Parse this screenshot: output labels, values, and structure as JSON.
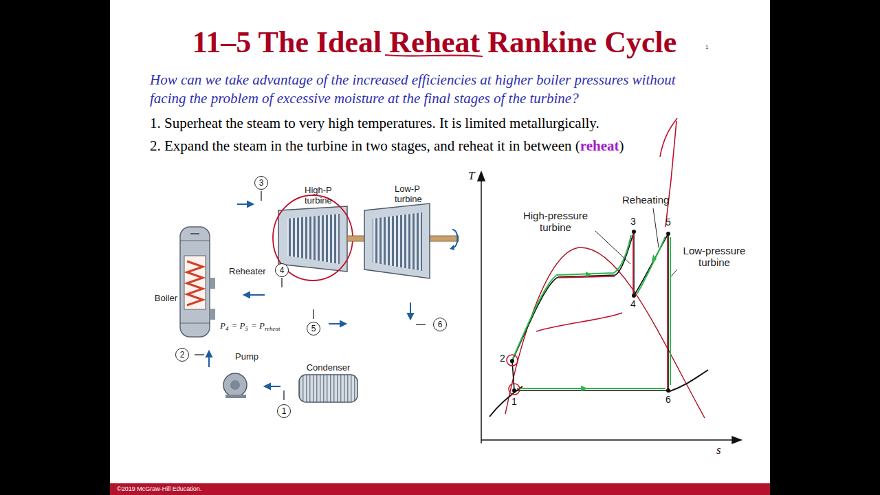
{
  "diagram": {
    "title": "11–5 The Ideal Reheat Rankine Cycle",
    "nodes": [
      {
        "text": [
          "Boiler"
        ]
      },
      {
        "text": [
          "High-P turbine"
        ]
      },
      {
        "text": [
          "Low-P turbine"
        ]
      },
      {
        "text": [
          "Condenser"
        ]
      },
      {
        "text": [
          "Pump"
        ]
      }
    ],
    "edges": [
      {
        "from": 0,
        "to": 1,
        "arrow": "none"
      },
      {
        "from": 1,
        "to": 0,
        "arrow": "none"
      },
      {
        "from": 0,
        "to": 2,
        "arrow": "none"
      },
      {
        "from": 2,
        "to": 3,
        "arrow": "none"
      },
      {
        "from": 3,
        "to": 4,
        "arrow": "none"
      },
      {
        "from": 4,
        "to": 0,
        "arrow": "none"
      }
    ],
    "labels": [
      "How can we take advantage of the increased efficiencies at higher boiler pressures without facing the problem of excessive moisture at the final stages of the turbine?",
      "1. Superheat the steam to very high temperatures. It is limited metallurgically.",
      "2. Expand the steam in the turbine in two stages, and reheat it in between (",
      "reheat",
      ")",
      "1",
      "3",
      "4",
      "5",
      "6",
      "1",
      "2",
      "Reheater",
      "P",
      "4",
      "= P",
      "5",
      "= P",
      "reheat",
      "T",
      "s",
      "High-pressure turbine",
      "Reheating",
      "Low-pressure turbine",
      "3",
      "5",
      "4",
      "6",
      "1",
      "2",
      "©2019 McGraw-Hill Education."
    ]
  }
}
